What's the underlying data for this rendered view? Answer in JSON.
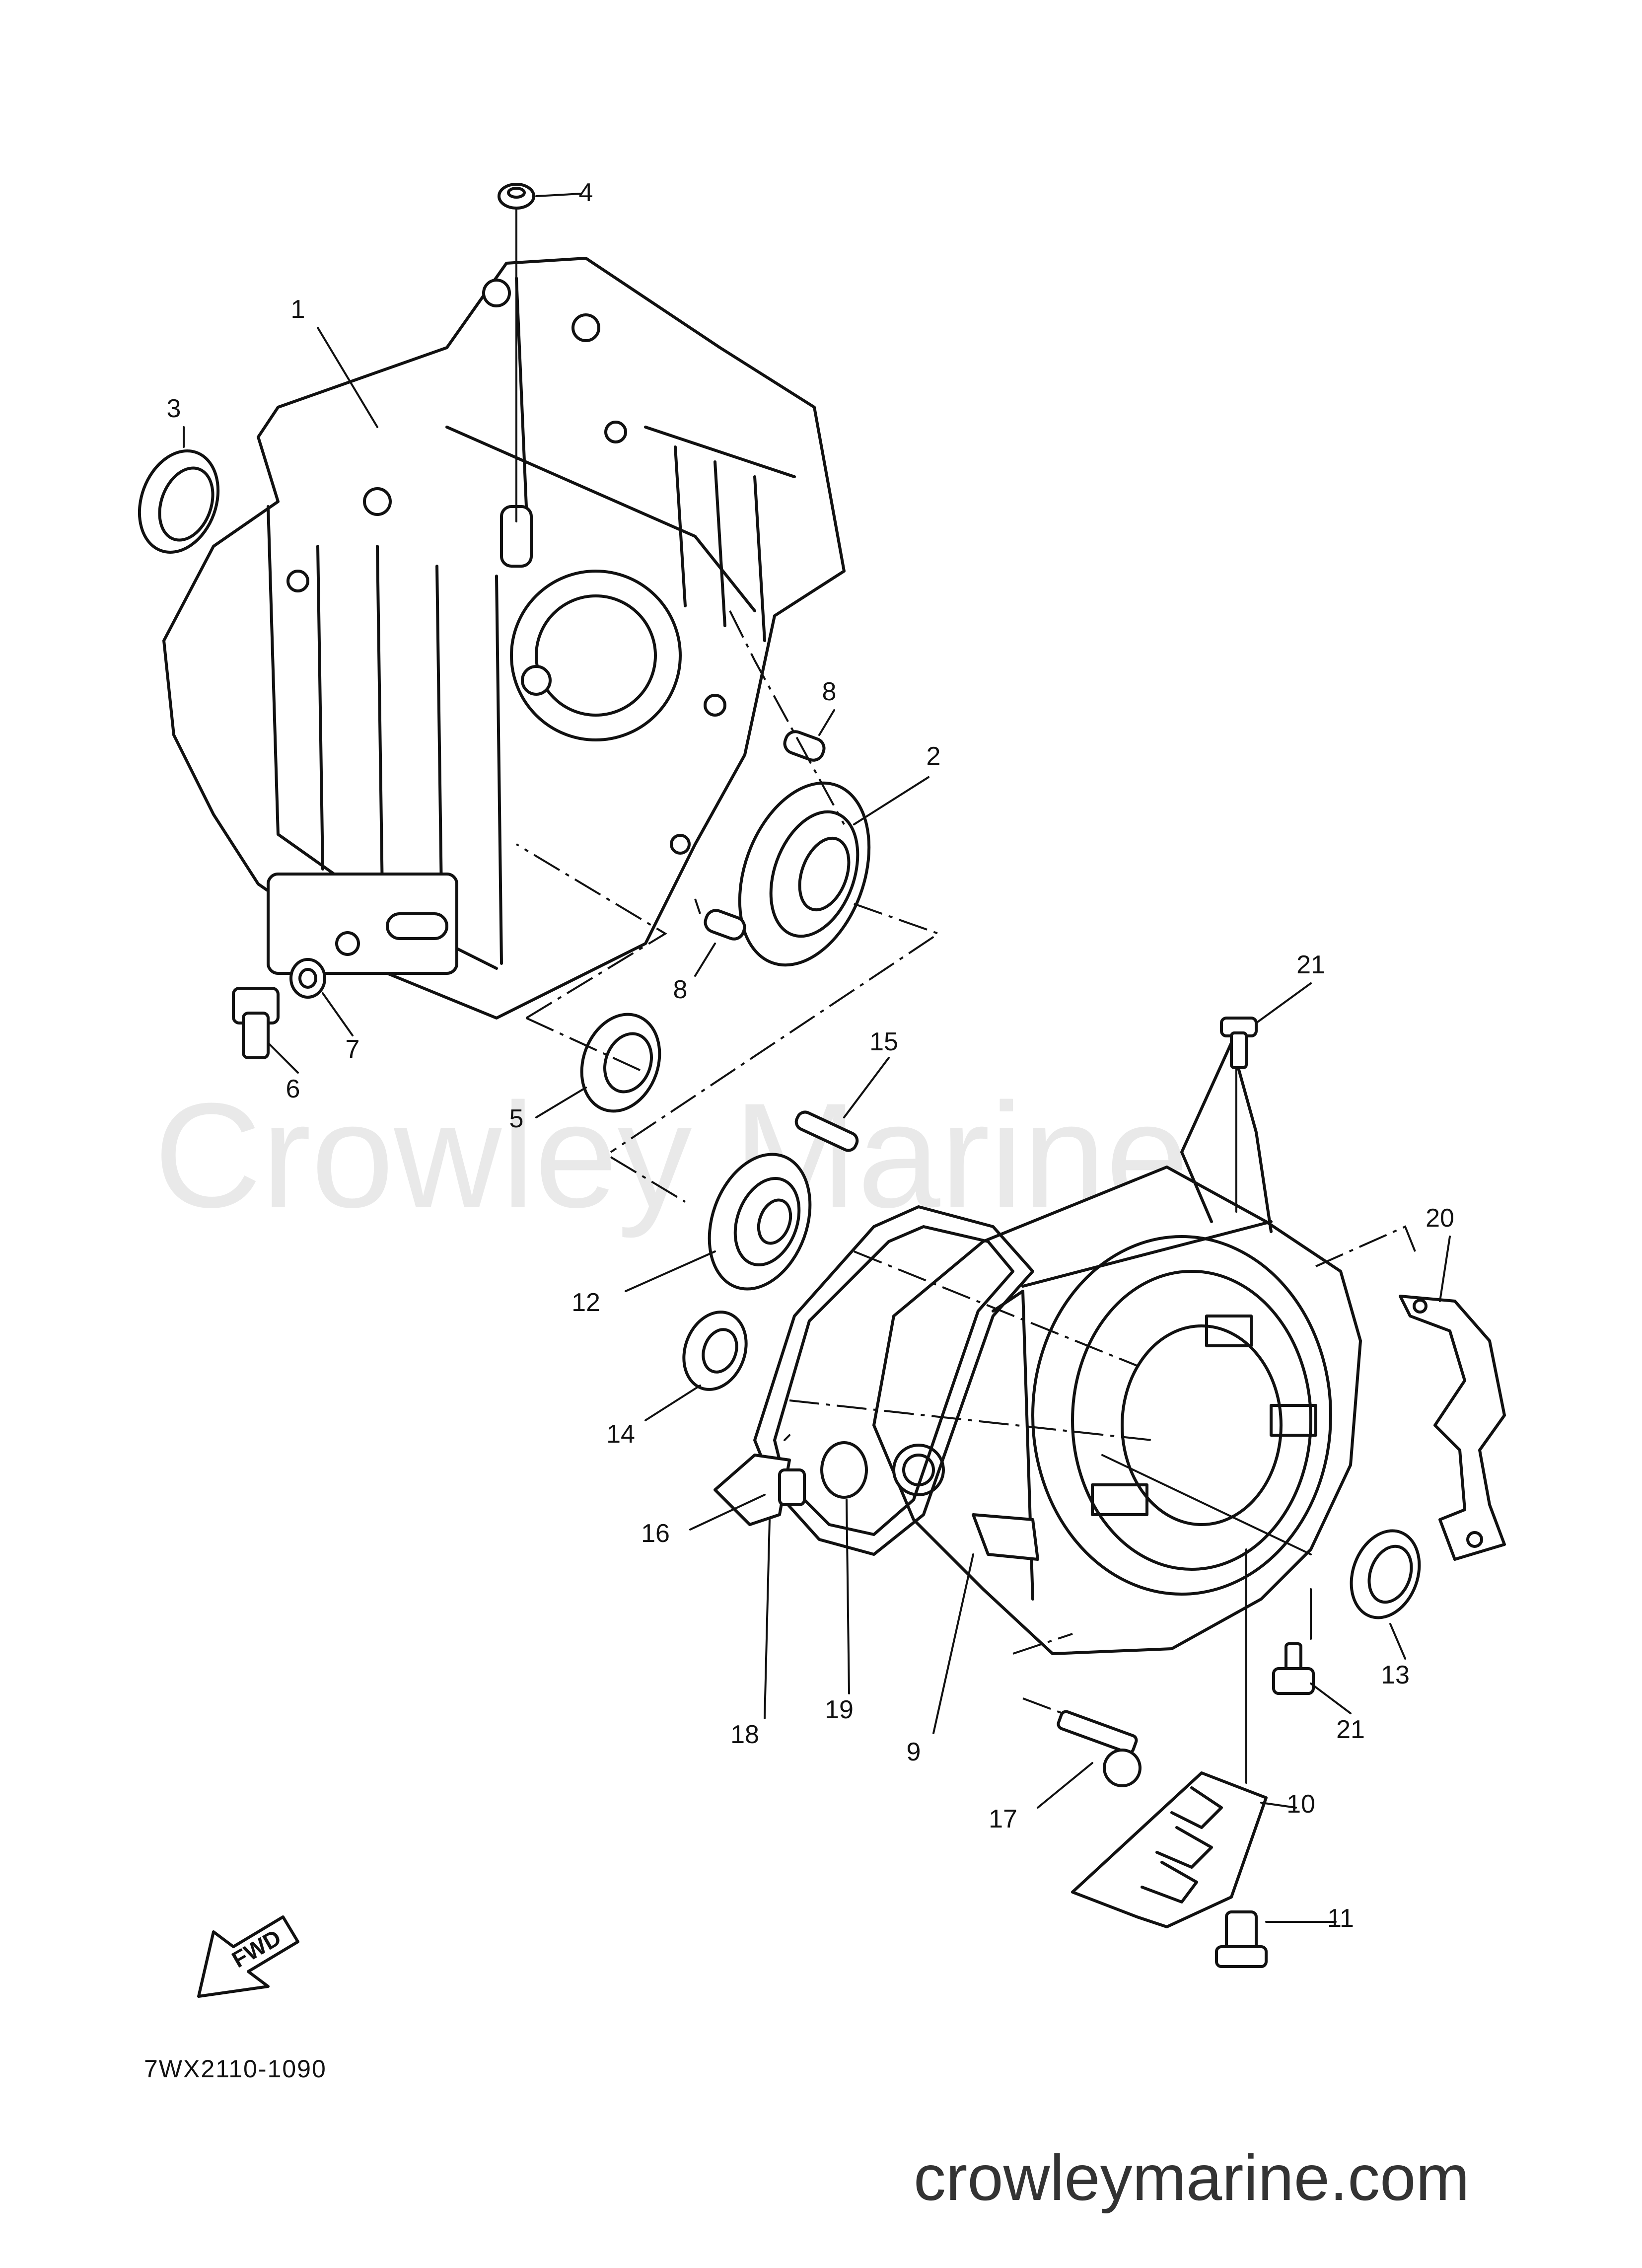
{
  "watermark": "Crowley Marine",
  "website": "crowleymarine.com",
  "diagram_code": "7WX2110-1090",
  "fwd_label": "FWD",
  "callouts": [
    {
      "id": "c1",
      "label": "1"
    },
    {
      "id": "c2",
      "label": "2"
    },
    {
      "id": "c3",
      "label": "3"
    },
    {
      "id": "c4",
      "label": "4"
    },
    {
      "id": "c5",
      "label": "5"
    },
    {
      "id": "c6",
      "label": "6"
    },
    {
      "id": "c7",
      "label": "7"
    },
    {
      "id": "c8a",
      "label": "8"
    },
    {
      "id": "c8b",
      "label": "8"
    },
    {
      "id": "c9",
      "label": "9"
    },
    {
      "id": "c10",
      "label": "10"
    },
    {
      "id": "c11",
      "label": "11"
    },
    {
      "id": "c12",
      "label": "12"
    },
    {
      "id": "c13",
      "label": "13"
    },
    {
      "id": "c14",
      "label": "14"
    },
    {
      "id": "c15",
      "label": "15"
    },
    {
      "id": "c16",
      "label": "16"
    },
    {
      "id": "c17",
      "label": "17"
    },
    {
      "id": "c18",
      "label": "18"
    },
    {
      "id": "c19",
      "label": "19"
    },
    {
      "id": "c20",
      "label": "20"
    },
    {
      "id": "c21a",
      "label": "21"
    },
    {
      "id": "c21b",
      "label": "21"
    }
  ]
}
